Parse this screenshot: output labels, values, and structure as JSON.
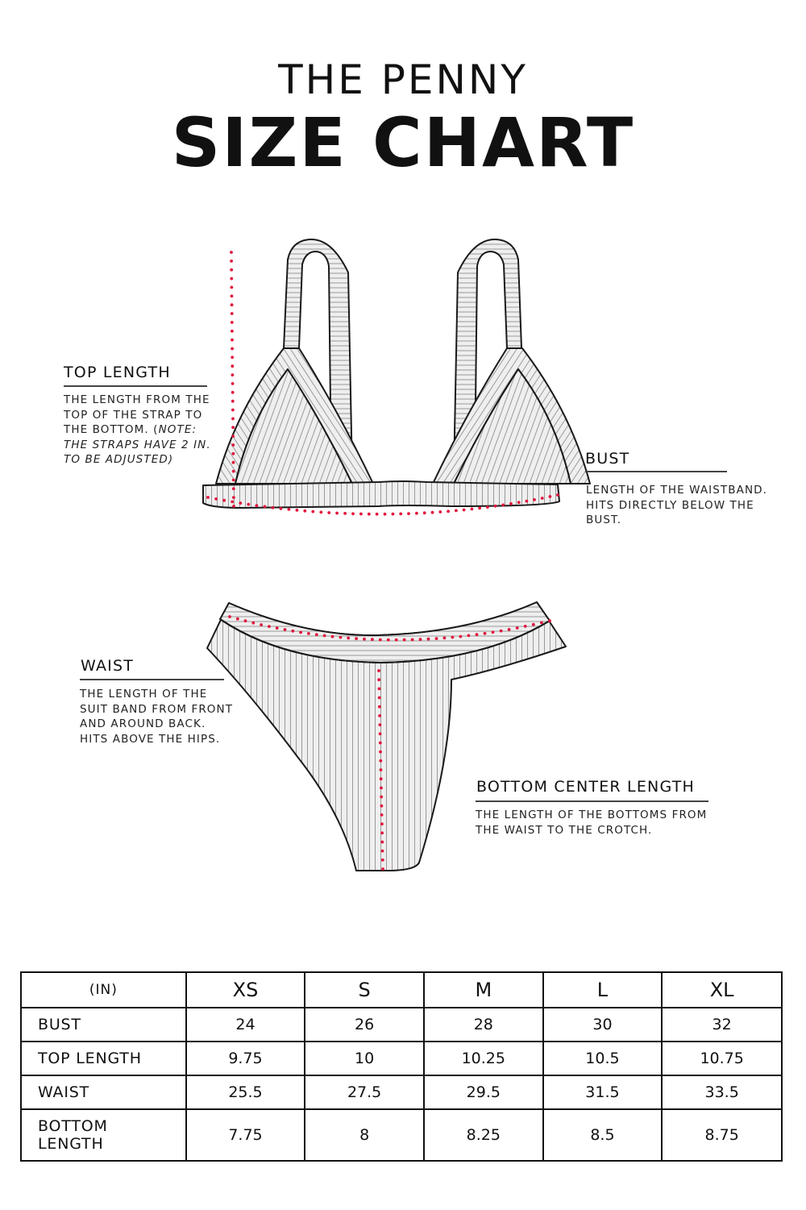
{
  "header": {
    "line1": "THE PENNY",
    "line2": "SIZE CHART"
  },
  "colors": {
    "measure_dots": "#e0143c",
    "garment_fill": "#ececec",
    "outline": "#1a1a1a"
  },
  "annotations": {
    "top_length": {
      "title": "TOP LENGTH",
      "desc_lines": [
        "THE LENGTH FROM THE",
        "TOP OF THE STRAP TO",
        "THE BOTTOM. (",
        "NOTE:",
        "THE STRAPS HAVE 2 IN.",
        "TO BE ADJUSTED)"
      ]
    },
    "bust": {
      "title": "BUST",
      "desc_lines": [
        "LENGTH OF THE WAISTBAND.",
        "HITS DIRECTLY BELOW THE",
        "BUST."
      ]
    },
    "waist": {
      "title": "WAIST",
      "desc_lines": [
        "THE LENGTH OF THE",
        "SUIT BAND FROM FRONT",
        "AND AROUND BACK.",
        "HITS ABOVE THE HIPS."
      ]
    },
    "bottom_center": {
      "title": "BOTTOM CENTER LENGTH",
      "desc_lines": [
        "THE LENGTH OF THE BOTTOMS FROM",
        "THE WAIST TO THE CROTCH."
      ]
    }
  },
  "table": {
    "unit": "(IN)",
    "sizes": [
      "XS",
      "S",
      "M",
      "L",
      "XL"
    ],
    "rows": [
      {
        "label": "BUST",
        "values": [
          "24",
          "26",
          "28",
          "30",
          "32"
        ]
      },
      {
        "label": "TOP LENGTH",
        "values": [
          "9.75",
          "10",
          "10.25",
          "10.5",
          "10.75"
        ]
      },
      {
        "label": "WAIST",
        "values": [
          "25.5",
          "27.5",
          "29.5",
          "31.5",
          "33.5"
        ]
      },
      {
        "label_lines": [
          "BOTTOM",
          "LENGTH"
        ],
        "values": [
          "7.75",
          "8",
          "8.25",
          "8.5",
          "8.75"
        ]
      }
    ]
  }
}
